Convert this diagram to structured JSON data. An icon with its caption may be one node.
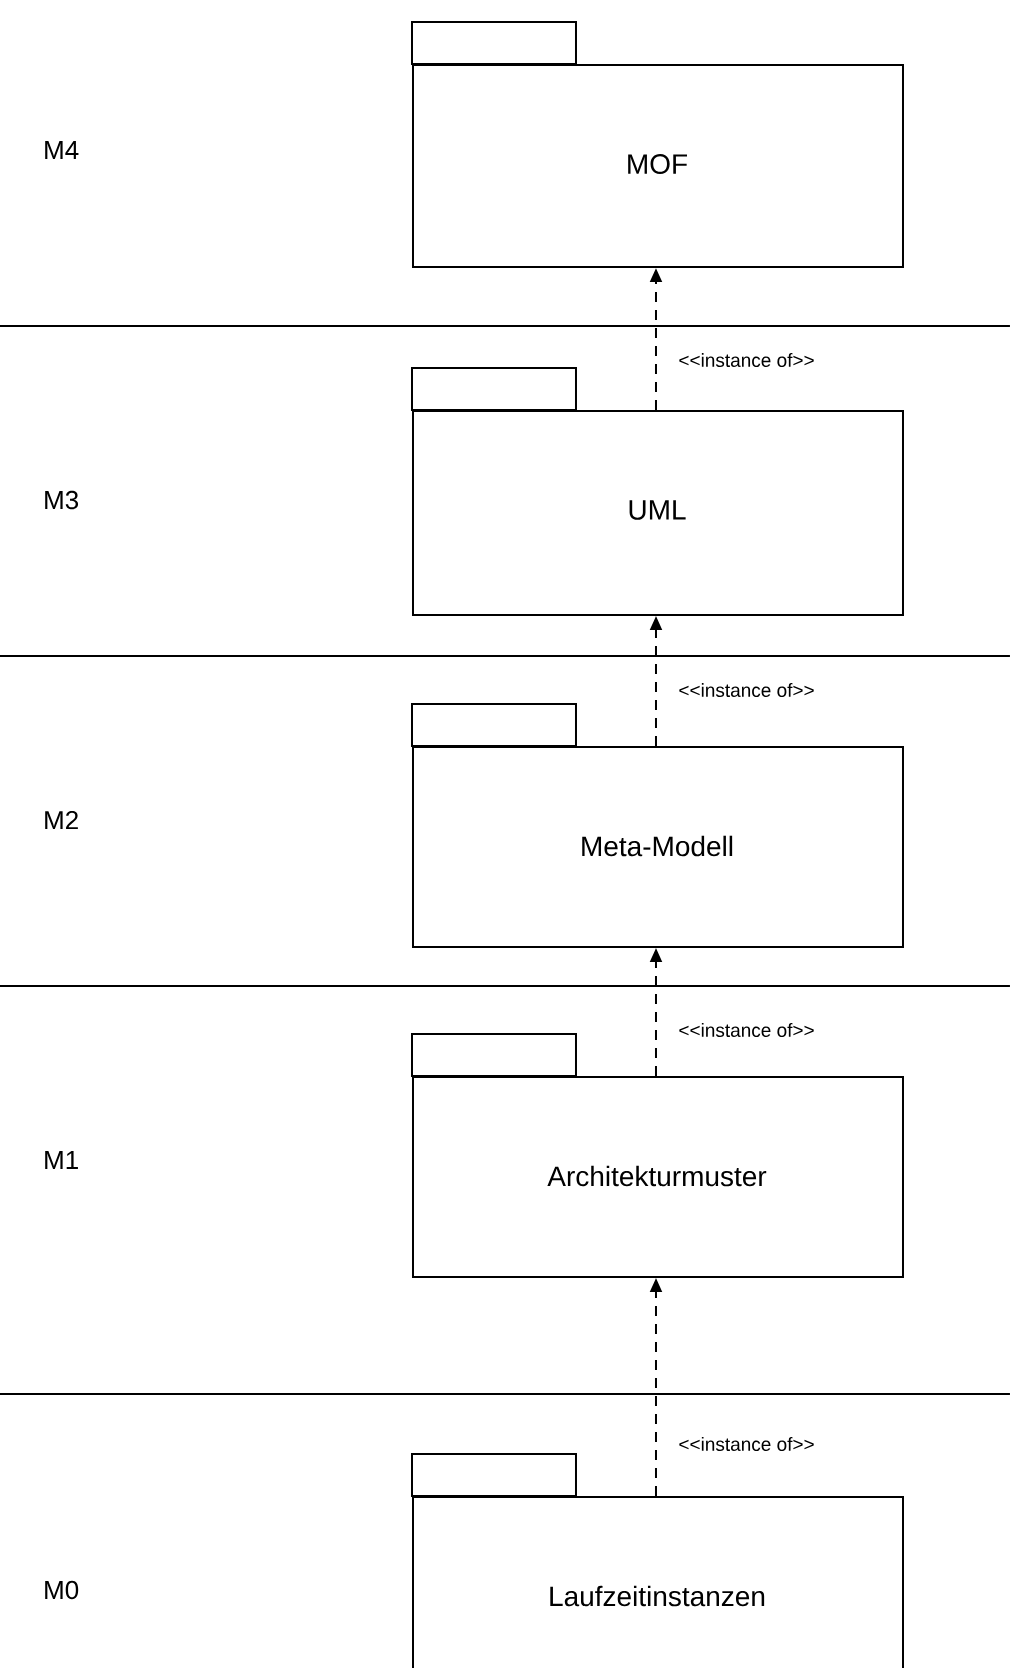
{
  "diagram": {
    "nodes": [
      {
        "text": [
          "MOF"
        ]
      },
      {
        "text": [
          "UML"
        ]
      },
      {
        "text": [
          "Meta-Modell"
        ]
      },
      {
        "text": [
          "Architekturmuster"
        ]
      },
      {
        "text": [
          "Laufzeitinstanzen"
        ]
      }
    ],
    "edges": [
      {
        "from": 1,
        "to": 0,
        "arrow": "to",
        "style": "dashed",
        "label": "<<instance of>>"
      },
      {
        "from": 2,
        "to": 1,
        "arrow": "to",
        "style": "dashed",
        "label": "<<instance of>>"
      },
      {
        "from": 3,
        "to": 2,
        "arrow": "to",
        "style": "dashed",
        "label": "<<instance of>>"
      },
      {
        "from": 4,
        "to": 3,
        "arrow": "to",
        "style": "dashed",
        "label": "<<instance of>>"
      }
    ],
    "labels": [
      "M4",
      "M3",
      "M2",
      "M1",
      "M0"
    ]
  }
}
